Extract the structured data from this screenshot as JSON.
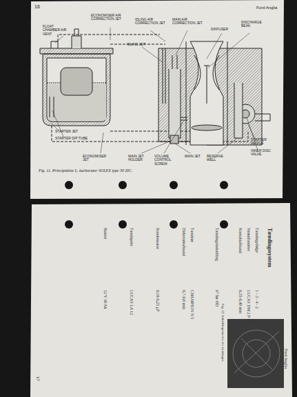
{
  "diagram": {
    "caption": "Fig. 11. Principskitse L. karburator SOLEX type 30 ZIC.",
    "labels": [
      "16",
      "Ford Anglia",
      "FLOAT CHAMBER AIR VENT",
      "ECONOMISER AIR CORRECTION JET",
      "IDLING AIR CORRECTION JET",
      "MAIN AIR CORRECTION JET",
      "DIFFUSER",
      "DISCHARGE BEAK",
      "IDLING JET",
      "STARTER JET",
      "STARTER DIP TUBE",
      "ECONOMISER JET",
      "MAIN JET HOLDER",
      "VOLUME CONTROL SCREW",
      "MAIN JET",
      "RESERVE WELL",
      "STARTER DEVICE",
      "INNER DISC VALVE",
      "Tændingssystem",
      "Tændingsfølge",
      "1 - 3 - 4 - 2",
      "Strømfordeler",
      "LUCAS DM 2 P 4",
      "Kontaktafstand",
      "0,35-0,40 mm",
      "Tændingsindstilling",
      "6° før ØD",
      "Tændrør",
      "CHAMPION N 5",
      "Elektrodeafstand",
      "0,7-0,8 mm",
      "Kondensator",
      "0,18-0,25 µF",
      "Tændspole",
      "LUCAS LA 12",
      "Batteri",
      "12 V 38 Ah",
      "Fig. 12. Indstillingsmærker for tændingen",
      "Ford Anglia",
      "17"
    ]
  }
}
